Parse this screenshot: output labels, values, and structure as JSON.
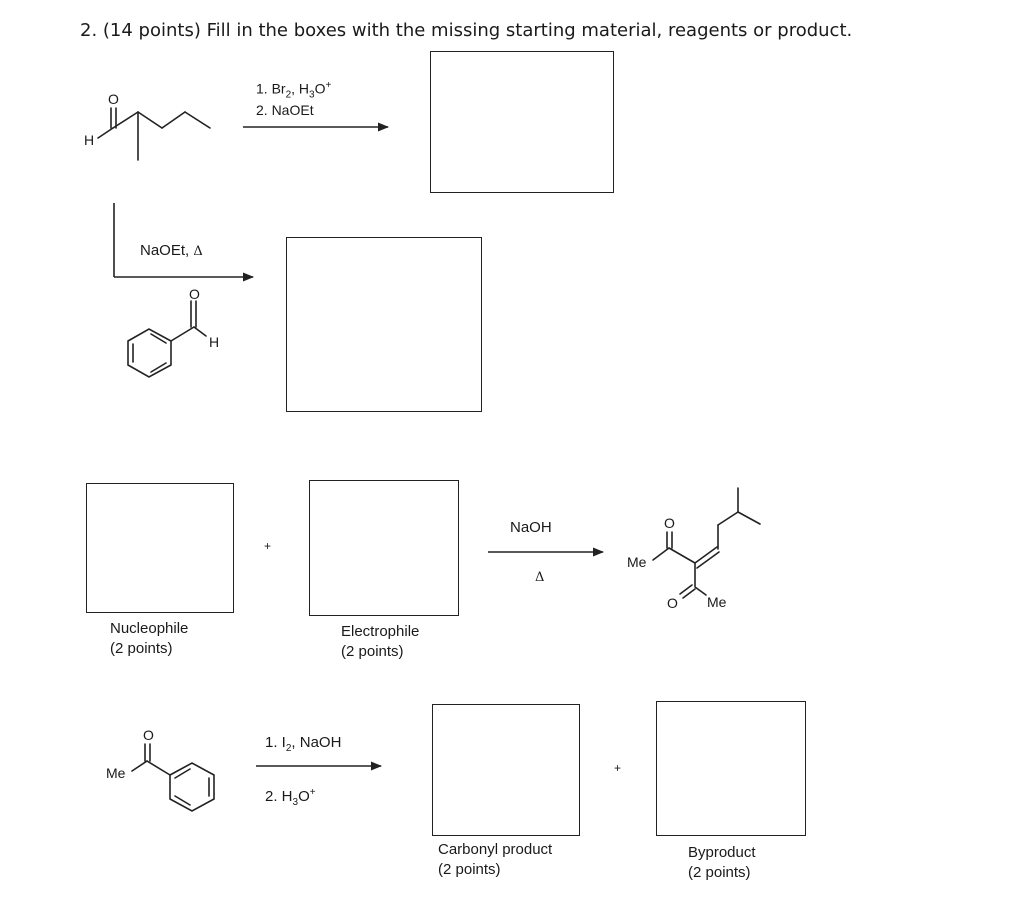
{
  "question": {
    "title": "2. (14 points) Fill in the boxes with the missing starting material, reagents or product."
  },
  "reaction1": {
    "step1_prefix": "1. Br",
    "step1_sub": "2",
    "step1_mid": ", H",
    "step1_sub2": "3",
    "step1_suffix": "O",
    "step1_sup": "+",
    "step2": "2. NaOEt",
    "atom_H": "H",
    "atom_O": "O"
  },
  "reaction2": {
    "reagent_prefix": "NaOEt, ",
    "reagent_delta": "Δ",
    "atom_H": "H",
    "atom_O": "O"
  },
  "reaction3": {
    "plus": "+",
    "reagent": "NaOH",
    "delta": "Δ",
    "nucleophile_label": "Nucleophile",
    "nucleophile_points": "(2 points)",
    "electrophile_label": "Electrophile",
    "electrophile_points": "(2 points)",
    "atom_Me1": "Me",
    "atom_Me2": "Me",
    "atom_O1": "O",
    "atom_O2": "O"
  },
  "reaction4": {
    "step1_prefix": "1. I",
    "step1_sub": "2",
    "step1_suffix": ", NaOH",
    "step2_prefix": "2. H",
    "step2_sub": "3",
    "step2_suffix": "O",
    "step2_sup": "+",
    "plus": "+",
    "carbonyl_label": "Carbonyl product",
    "carbonyl_points": "(2 points)",
    "byproduct_label": "Byproduct",
    "byproduct_points": "(2 points)",
    "atom_Me": "Me",
    "atom_O": "O"
  }
}
